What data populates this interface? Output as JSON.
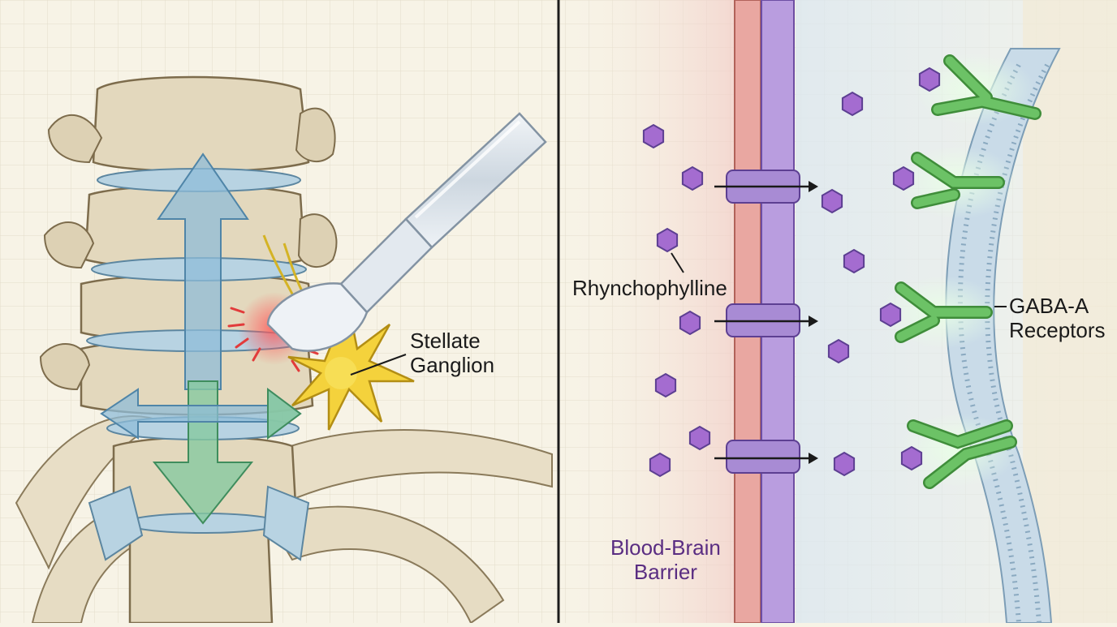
{
  "labels": {
    "stellate_line1": "Stellate",
    "stellate_line2": "Ganglion",
    "rhynchophylline": "Rhynchophylline",
    "gaba_line1": "GABA-A",
    "gaba_line2": "Receptors",
    "bbb_line1": "Blood-Brain",
    "bbb_line2": "Barrier"
  },
  "colors": {
    "paper": "#f7f3e6",
    "grid": "#e3dccb",
    "bone": "#e3d8bd",
    "disc": "#b8d3e2",
    "arrow_blue": "#8fbcd8",
    "arrow_green": "#86c9a0",
    "ganglion": "#f4d23c",
    "inflammation": "#e23b3b",
    "molecule": "#a46cd0",
    "receptor": "#5fb35a",
    "membrane": "#c9dbe8",
    "vessel_red": "#e9a7a1",
    "vessel_purple": "#b99ddf",
    "divider": "#1c1c1c"
  }
}
